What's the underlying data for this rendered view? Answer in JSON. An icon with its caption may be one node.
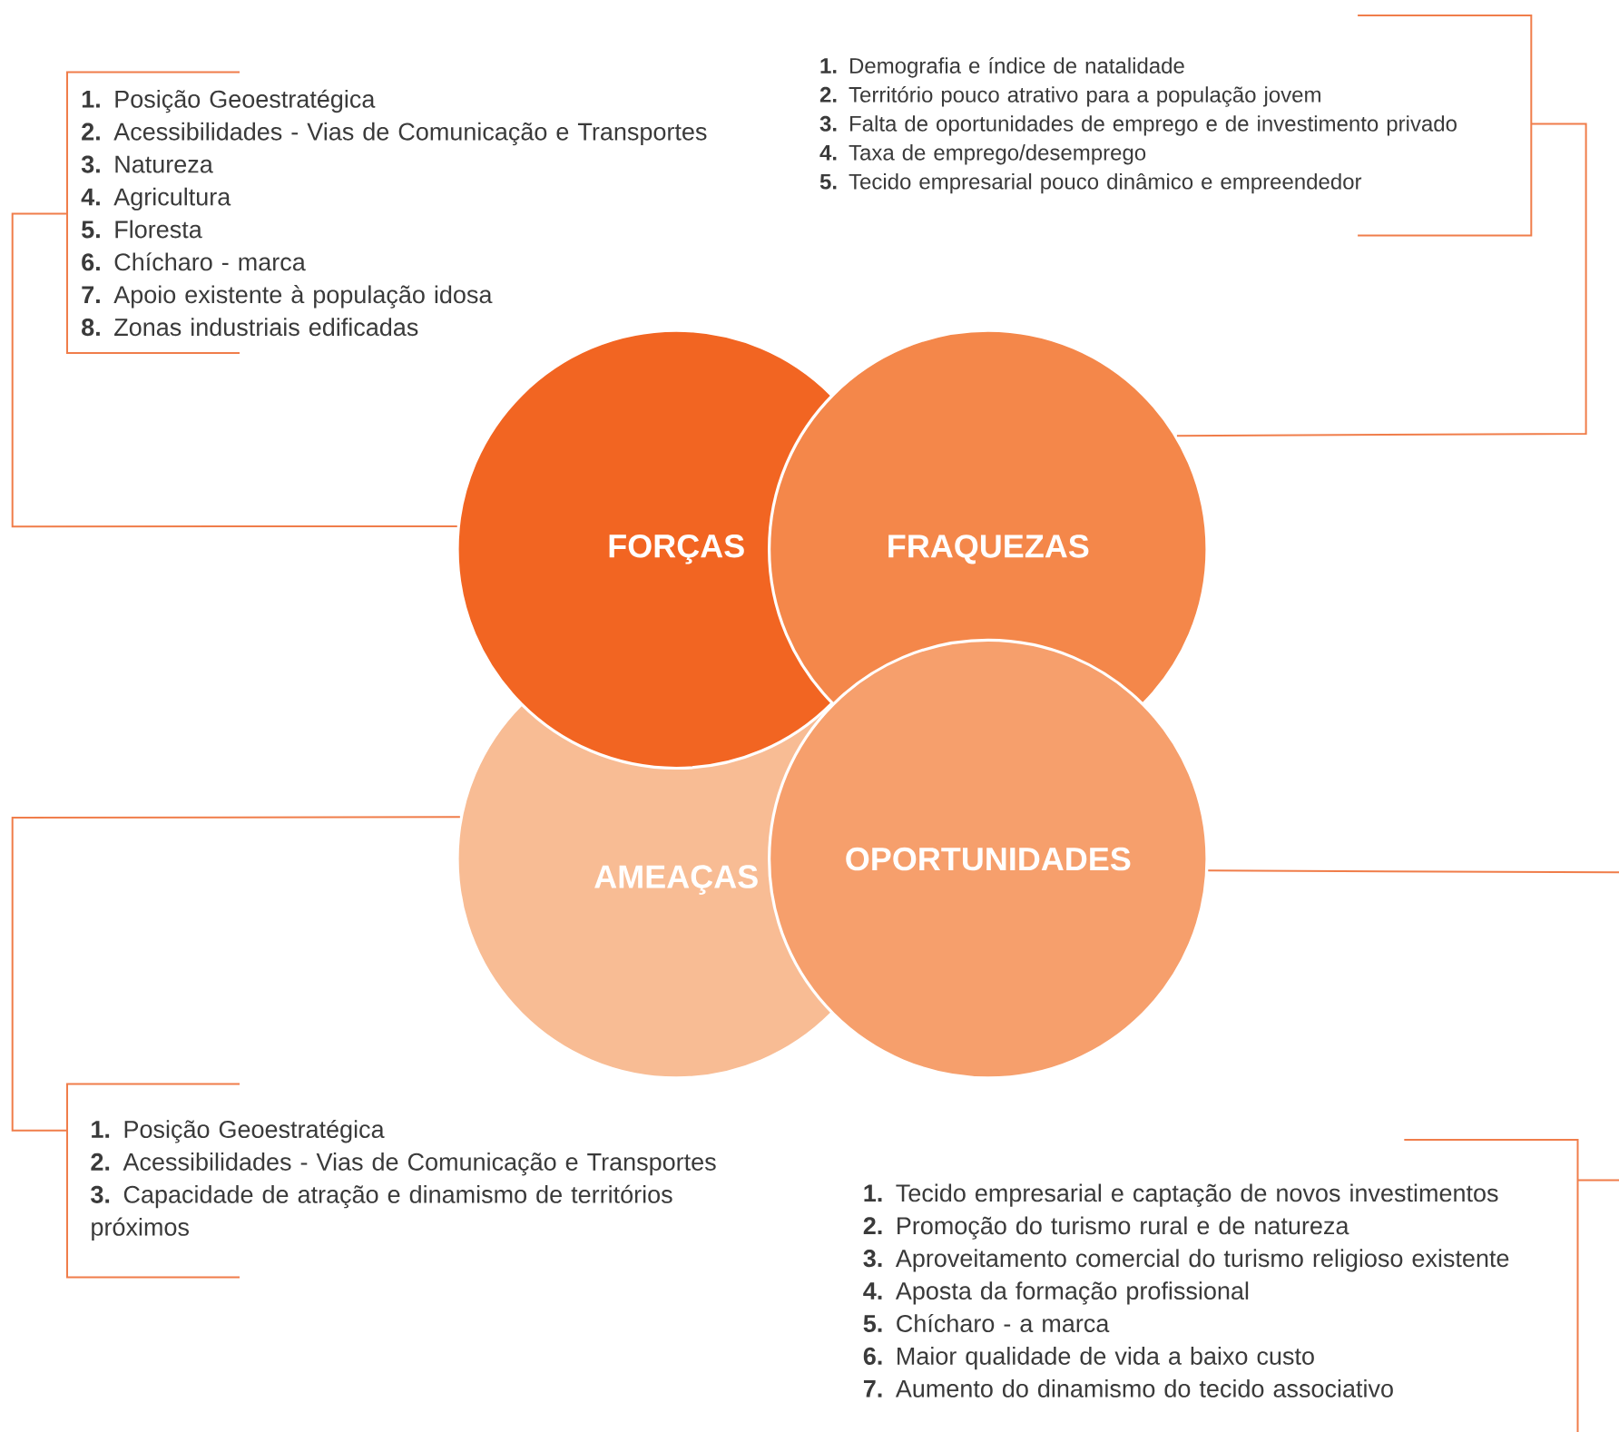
{
  "diagram": {
    "nodes": [
      {
        "text": [
          "**1.** Posição Geoestratégica",
          "**2.** Acessibilidades - Vias de Comunicação e Transportes",
          "**3.** Natureza",
          "**4.** Agricultura",
          "**5.** Floresta",
          "**6.** Chícharo - marca",
          "**7.** Apoio existente à população idosa",
          "**8.** Zonas industriais edificadas"
        ]
      },
      {
        "text": [
          "**1.** Demografia e índice de natalidade",
          "**2.** Território pouco atrativo para a população jovem",
          "**3.** Falta de oportunidades de emprego e de investimento privado",
          "**4.** Taxa de emprego/desemprego",
          "**5.** Tecido empresarial pouco dinâmico e empreendedor"
        ]
      },
      {
        "text": [
          "FORÇAS"
        ]
      },
      {
        "text": [
          "FRAQUEZAS"
        ]
      },
      {
        "text": [
          "AMEAÇAS"
        ]
      },
      {
        "text": [
          "OPORTUNIDADES"
        ]
      },
      {
        "text": [
          "**1.** Posição Geoestratégica",
          "**2.** Acessibilidades - Vias de Comunicação e Transportes",
          "**3.** Capacidade de atração e dinamismo de territórios próximos"
        ]
      },
      {
        "text": [
          "**1.** Tecido empresarial e captação de novos investimentos",
          "**2.** Promoção do turismo rural e de natureza",
          "**3.** Aproveitamento comercial do turismo religioso existente",
          "**4.** Aposta da formação profissional",
          "**5.** Chícharo - a marca",
          "**6.** Maior qualidade de vida a baixo custo",
          "**7.** Aumento do dinamismo do tecido associativo"
        ]
      }
    ],
    "edges": [
      {
        "from": 2,
        "to": 0,
        "arrow": "none"
      },
      {
        "from": 3,
        "to": 1,
        "arrow": "none"
      },
      {
        "from": 4,
        "to": 6,
        "arrow": "none"
      },
      {
        "from": 5,
        "to": 7,
        "arrow": "none"
      }
    ]
  }
}
